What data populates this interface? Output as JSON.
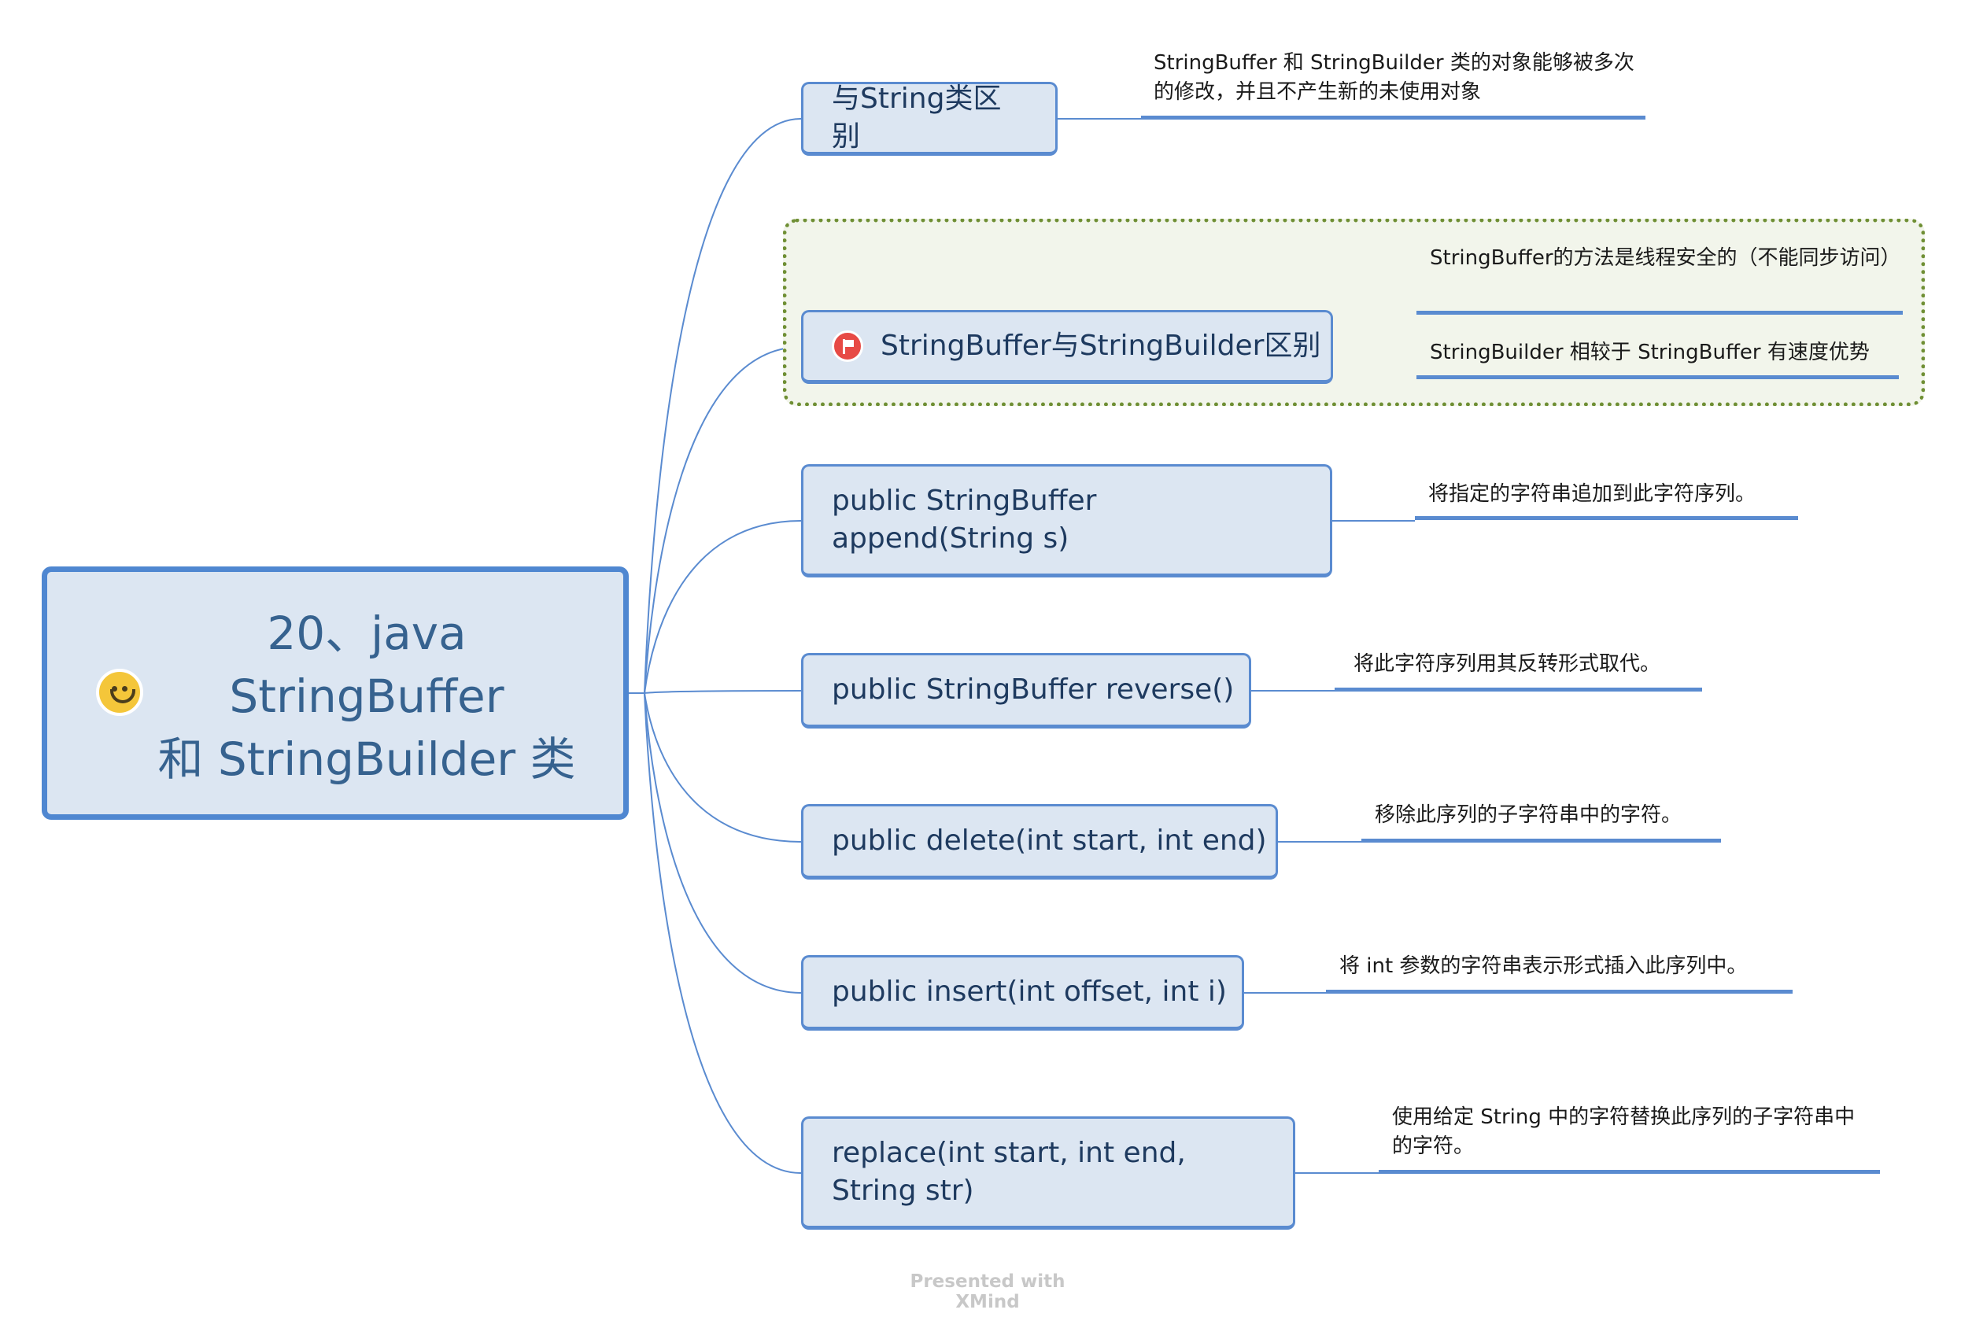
{
  "central": {
    "title_lines": [
      "20、java",
      "StringBuffer",
      "和 StringBuilder 类"
    ],
    "icon": "smiley-icon"
  },
  "colors": {
    "node_fill": "#dce6f2",
    "node_border": "#5a8bd0",
    "central_border": "#4f87d1",
    "central_text": "#36628f",
    "node_text": "#1e3a5f",
    "connector": "#5a8bd0",
    "boundary_border": "#6f8f34",
    "boundary_fill": "#f2f5eb",
    "flag": "#e74a45",
    "smiley": "#f4c63a"
  },
  "branches": [
    {
      "label": "与String类区别",
      "notes": [
        "StringBuffer 和 StringBuilder 类的对象能够被多次的修改，并且不产生新的未使用对象"
      ]
    },
    {
      "label": "StringBuffer与StringBuilder区别",
      "icon": "red-flag-icon",
      "in_boundary": true,
      "notes": [
        "StringBuffer的方法是线程安全的（不能同步访问）",
        "StringBuilder 相较于 StringBuffer 有速度优势"
      ]
    },
    {
      "label": "public StringBuffer append(String s)",
      "notes": [
        "将指定的字符串追加到此字符序列。"
      ]
    },
    {
      "label": "public StringBuffer reverse()",
      "notes": [
        "将此字符序列用其反转形式取代。"
      ]
    },
    {
      "label": "public delete(int start, int end)",
      "notes": [
        "移除此序列的子字符串中的字符。"
      ]
    },
    {
      "label": "public insert(int offset, int i)",
      "notes": [
        "将 int 参数的字符串表示形式插入此序列中。"
      ]
    },
    {
      "label": "replace(int start, int end, String str)",
      "notes": [
        "使用给定 String 中的字符替换此序列的子字符串中的字符。"
      ]
    }
  ],
  "footer": {
    "watermark": "Presented with XMind"
  }
}
